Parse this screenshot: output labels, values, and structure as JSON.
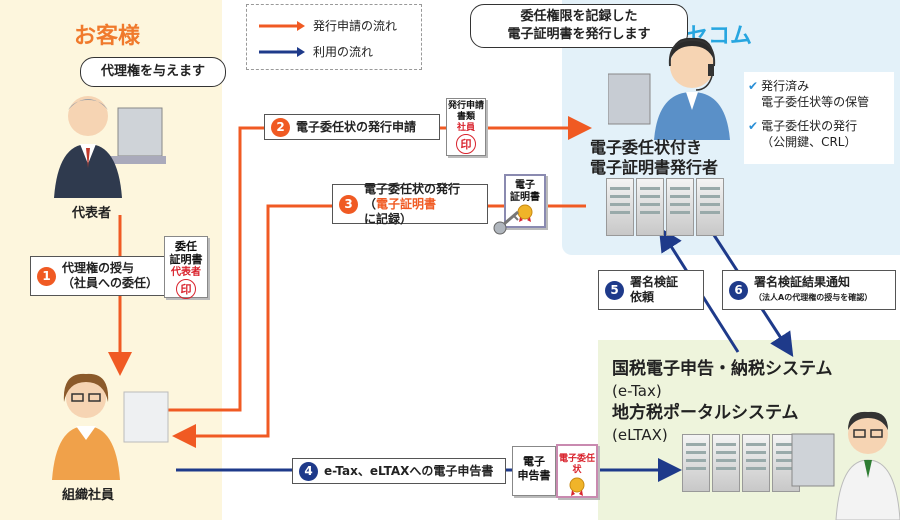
{
  "customer": {
    "title": "お客様",
    "bubble": "代理権を与えます",
    "representative_label": "代表者",
    "employee_label": "組織社員"
  },
  "secom": {
    "title": "セコム",
    "bubble_line1": "委任権限を記録した",
    "bubble_line2": "電子証明書を発行します",
    "issuer_line1": "電子委任状付き",
    "issuer_line2": "電子証明書発行者",
    "services": [
      {
        "line1": "発行済み",
        "line2": "電子委任状等の保管"
      },
      {
        "line1": "電子委任状の発行",
        "line2": "（公開鍵、CRL）"
      }
    ]
  },
  "legend": {
    "issue_flow": "発行申請の流れ",
    "use_flow": "利用の流れ"
  },
  "steps": {
    "s1": {
      "num": "1",
      "line1": "代理権の授与",
      "line2": "（社員への委任）"
    },
    "s2": {
      "num": "2",
      "text": "電子委任状の発行申請"
    },
    "s3": {
      "num": "3",
      "line1": "電子委任状の発行",
      "paren_open": "（",
      "highlight": "電子証明書",
      "rest": "に記録）"
    },
    "s4": {
      "num": "4",
      "text": "e-Tax、eLTAXへの電子申告書"
    },
    "s5": {
      "num": "5",
      "line1": "署名検証",
      "line2": "依頼"
    },
    "s6": {
      "num": "6",
      "line1": "署名検証結果通知",
      "line2": "（法人Aの代理権の授与を確認）"
    }
  },
  "docs": {
    "delegation": {
      "line1": "委任",
      "line2": "証明書",
      "line3": "代表者",
      "stamp": "印"
    },
    "application": {
      "line1": "発行申請",
      "line2": "書類",
      "line3": "社員",
      "stamp": "印"
    },
    "certificate": {
      "line1": "電子",
      "line2": "証明書"
    },
    "declaration": {
      "line1": "電子",
      "line2": "申告書"
    },
    "delegation_certificate": {
      "text": "電子委任状"
    }
  },
  "tax": {
    "line1": "国税電子申告・納税システム",
    "line2": "(e-Tax)",
    "line3": "地方税ポータルシステム",
    "line4": "(eLTAX)"
  },
  "colors": {
    "orange": "#f05a23",
    "navy": "#1e3a8a",
    "customer_bg": "#fdf6dd",
    "secom_bg": "#e3f1f9",
    "tax_bg": "#eef4dc"
  }
}
